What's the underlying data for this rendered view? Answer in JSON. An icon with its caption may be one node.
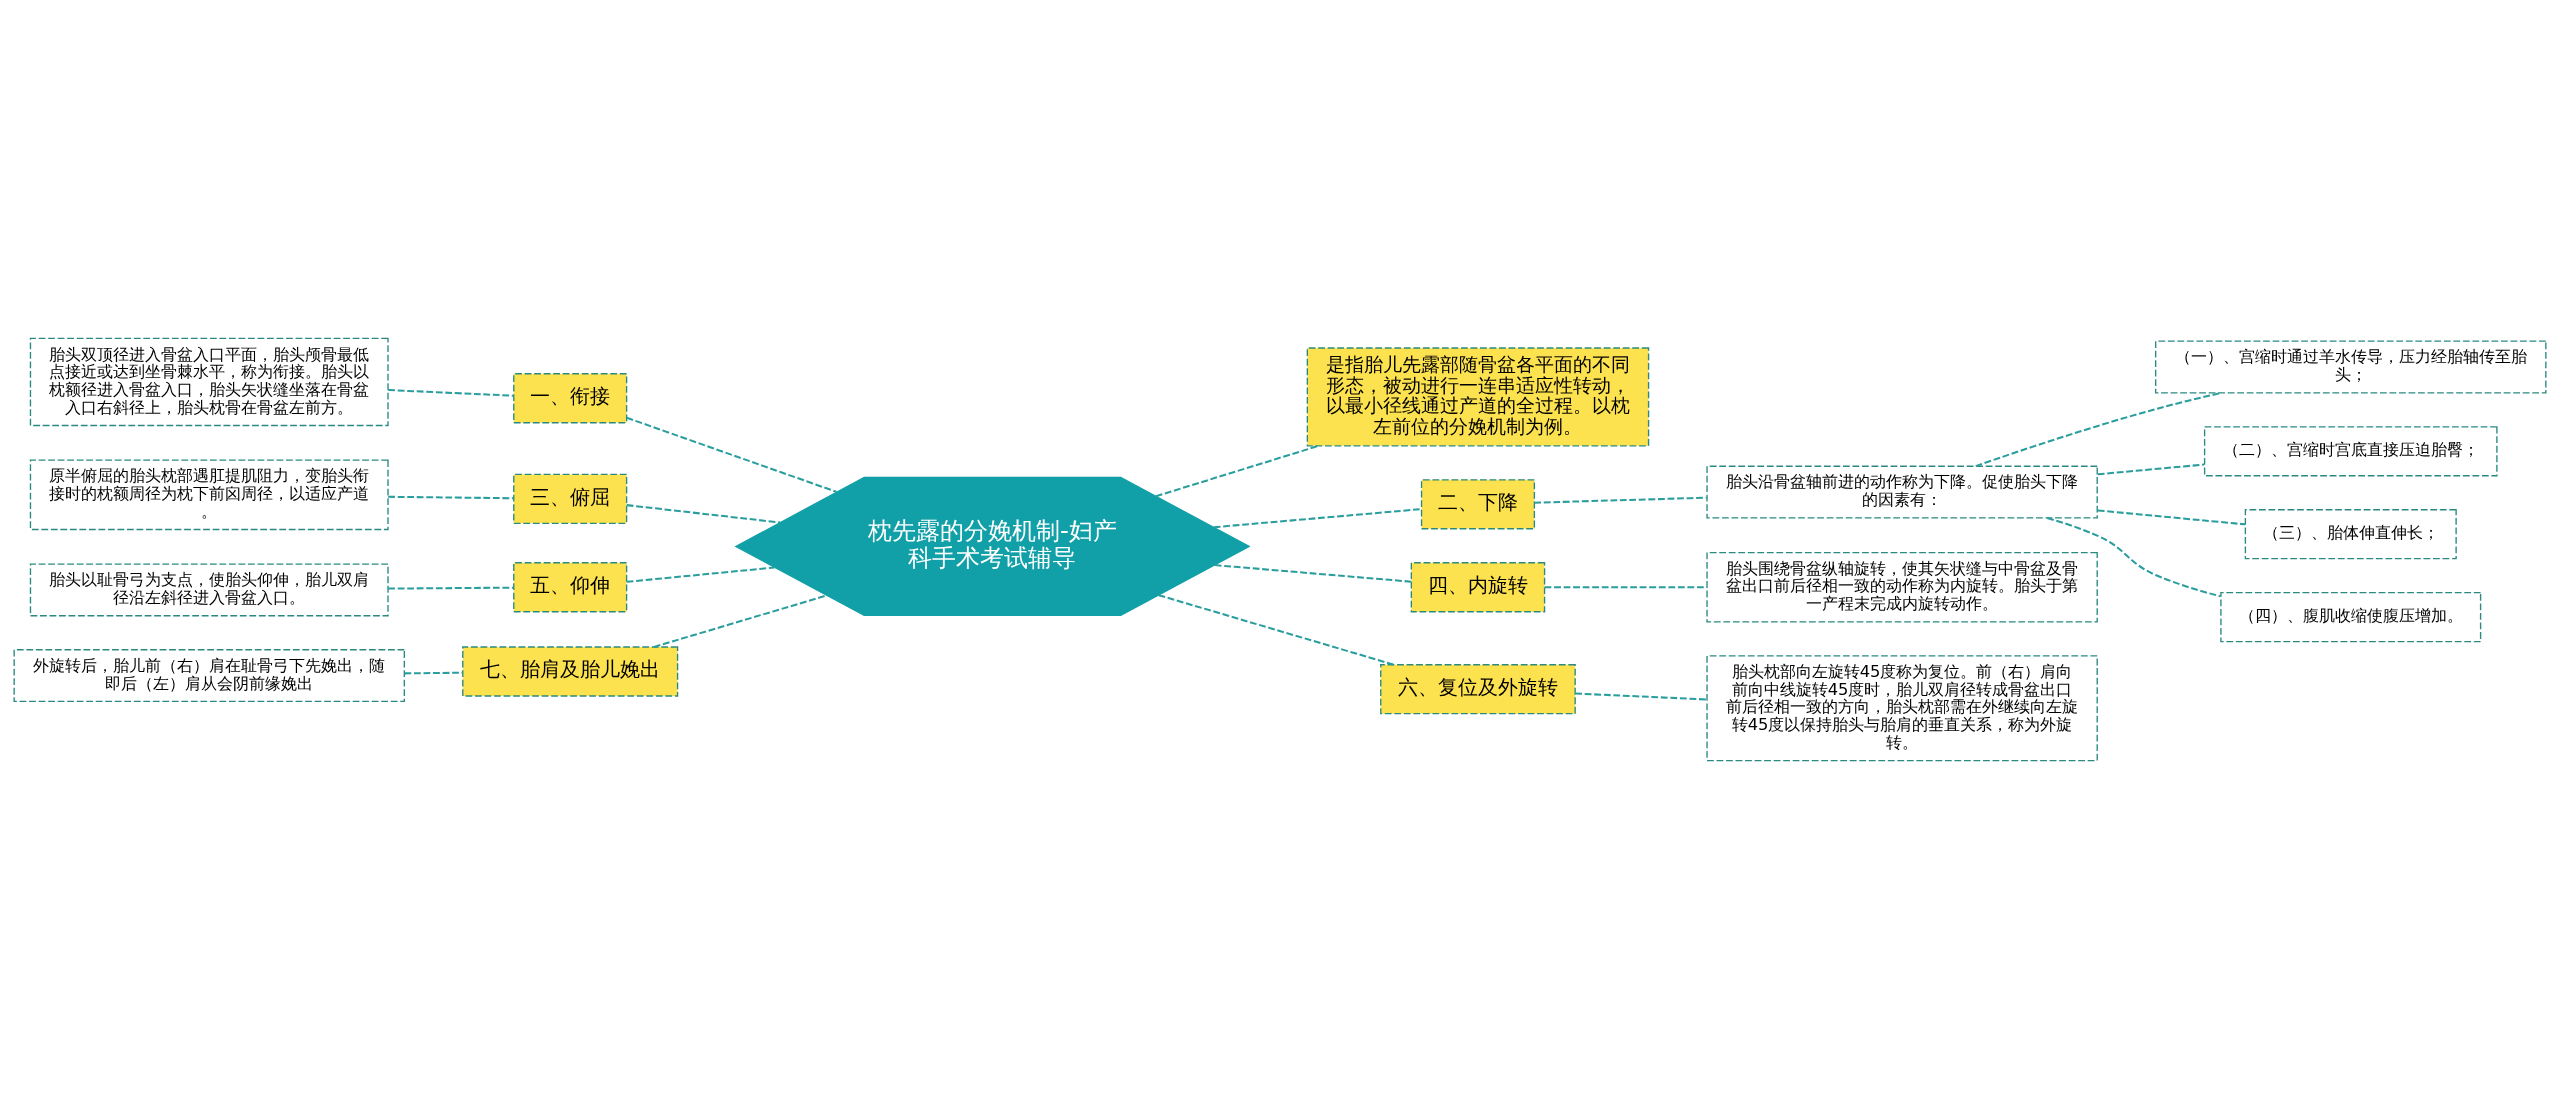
{
  "diagram": {
    "nodes": [
      {
        "text": [
          "枕先露的分娩机制-妇产科手术考试辅导"
        ]
      },
      {
        "text": [
          "一、衔接"
        ]
      },
      {
        "text": [
          "胎头双顶径进入骨盆入口平面，胎头颅骨最低点接近或达到坐骨棘水平，称为衔接。胎头以枕额径进入骨盆入口，胎头矢状缝坐落在骨盆入口右斜径上，胎头枕骨在骨盆左前方。"
        ]
      },
      {
        "text": [
          "三、俯屈"
        ]
      },
      {
        "text": [
          "原半俯屈的胎头枕部遇肛提肌阻力，变胎头衔接时的枕额周径为枕下前囟周径，以适应产道。"
        ]
      },
      {
        "text": [
          "五、仰伸"
        ]
      },
      {
        "text": [
          "胎头以耻骨弓为支点，使胎头仰伸，胎儿双肩径沿左斜径进入骨盆入口。"
        ]
      },
      {
        "text": [
          "七、胎肩及胎儿娩出"
        ]
      },
      {
        "text": [
          "外旋转后，胎儿前（右）肩在耻骨弓下先娩出，随即后（左）肩从会阴前缘娩出"
        ]
      },
      {
        "text": [
          "是指胎儿先露部随骨盆各平面的不同形态，被动进行一连串适应性转动，以最小径线通过产道的全过程。以枕左前位的分娩机制为例。"
        ]
      },
      {
        "text": [
          "二、下降"
        ]
      },
      {
        "text": [
          "胎头沿骨盆轴前进的动作称为下降。促使胎头下降的因素有："
        ]
      },
      {
        "text": [
          "（一）、宫缩时通过羊水传导，压力经胎轴传至胎头；"
        ]
      },
      {
        "text": [
          "（二）、宫缩时宫底直接压迫胎臀；"
        ]
      },
      {
        "text": [
          "（三）、胎体伸直伸长；"
        ]
      },
      {
        "text": [
          "（四）、腹肌收缩使腹压增加。"
        ]
      },
      {
        "text": [
          "四、内旋转"
        ]
      },
      {
        "text": [
          "胎头围绕骨盆纵轴旋转，使其矢状缝与中骨盆及骨盆出口前后径相一致的动作称为内旋转。胎头于第一产程末完成内旋转动作。"
        ]
      },
      {
        "text": [
          "六、复位及外旋转"
        ]
      },
      {
        "text": [
          "胎头枕部向左旋转45度称为复位。前（右）肩向前向中线旋转45度时，胎儿双肩径转成骨盆出口前后径相一致的方向，胎头枕部需在外继续向左旋转45度以保持胎头与胎肩的垂直关系，称为外旋转。"
        ]
      }
    ],
    "edges": [
      {
        "from": 1,
        "to": 0,
        "arrow": "none",
        "style": "dashed"
      },
      {
        "from": 2,
        "to": 1,
        "arrow": "none",
        "style": "dashed"
      },
      {
        "from": 3,
        "to": 0,
        "arrow": "none",
        "style": "dashed"
      },
      {
        "from": 4,
        "to": 3,
        "arrow": "none",
        "style": "dashed"
      },
      {
        "from": 5,
        "to": 0,
        "arrow": "none",
        "style": "dashed"
      },
      {
        "from": 6,
        "to": 5,
        "arrow": "none",
        "style": "dashed"
      },
      {
        "from": 7,
        "to": 0,
        "arrow": "none",
        "style": "dashed"
      },
      {
        "from": 8,
        "to": 7,
        "arrow": "none",
        "style": "dashed"
      },
      {
        "from": 0,
        "to": 9,
        "arrow": "none",
        "style": "dashed"
      },
      {
        "from": 0,
        "to": 10,
        "arrow": "none",
        "style": "dashed"
      },
      {
        "from": 10,
        "to": 11,
        "arrow": "none",
        "style": "dashed"
      },
      {
        "from": 11,
        "to": 12,
        "arrow": "none",
        "style": "dashed"
      },
      {
        "from": 11,
        "to": 13,
        "arrow": "none",
        "style": "dashed"
      },
      {
        "from": 11,
        "to": 14,
        "arrow": "none",
        "style": "dashed"
      },
      {
        "from": 11,
        "to": 15,
        "arrow": "none",
        "style": "dashed"
      },
      {
        "from": 0,
        "to": 16,
        "arrow": "none",
        "style": "dashed"
      },
      {
        "from": 16,
        "to": 17,
        "arrow": "none",
        "style": "dashed"
      },
      {
        "from": 0,
        "to": 18,
        "arrow": "none",
        "style": "dashed"
      },
      {
        "from": 18,
        "to": 19,
        "arrow": "none",
        "style": "dashed"
      }
    ]
  }
}
